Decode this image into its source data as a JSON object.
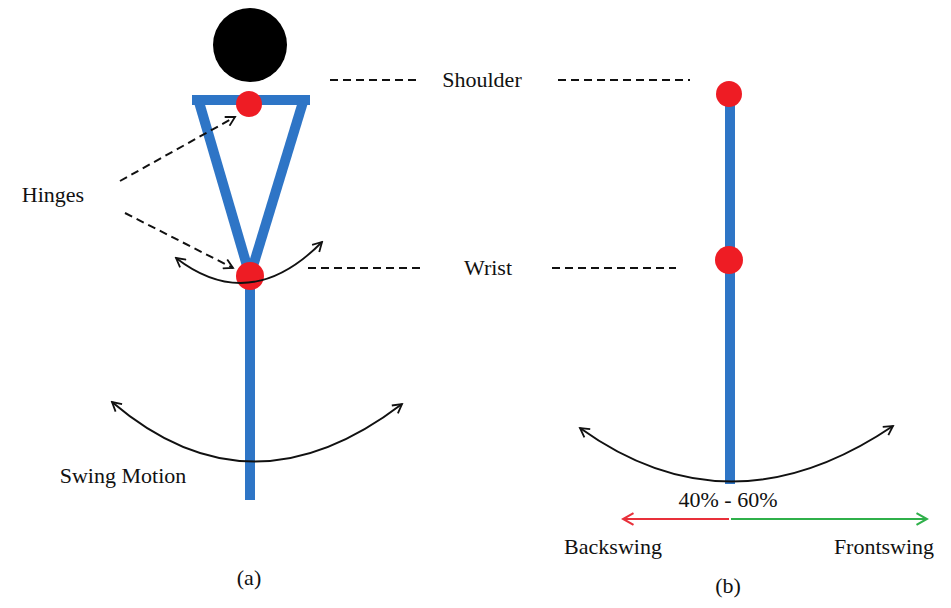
{
  "diagram": {
    "labels": [
      "Hinges",
      "Shoulder",
      "Wrist",
      "Swing Motion",
      "40% - 60%",
      "Backswing",
      "Frontswing",
      "(a)",
      "(b)"
    ]
  }
}
